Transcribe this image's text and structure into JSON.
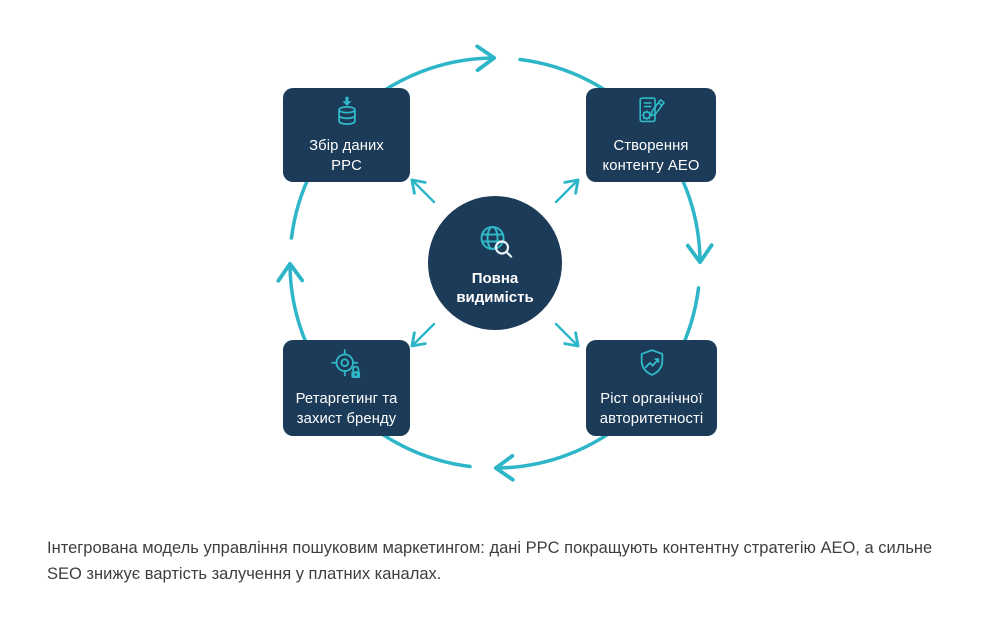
{
  "colors": {
    "node_background": "#1c3b58",
    "accent_teal": "#2db5c8",
    "node_text": "#ffffff",
    "caption_text": "#3e3e3e"
  },
  "center": {
    "line1": "Повна",
    "line2": "видимість",
    "icon": "globe-search-icon"
  },
  "nodes": [
    {
      "position": "top-left",
      "line1": "Збір даних",
      "line2": "PPC",
      "icon": "database-download-icon"
    },
    {
      "position": "top-right",
      "line1": "Створення",
      "line2": "контенту AEO",
      "icon": "content-creation-icon"
    },
    {
      "position": "bottom-right",
      "line1": "Ріст органічної",
      "line2": "авторитетності",
      "icon": "shield-growth-icon"
    },
    {
      "position": "bottom-left",
      "line1": "Ретаргетинг та",
      "line2": "захист бренду",
      "icon": "target-lock-icon"
    }
  ],
  "cycle": {
    "direction": "clockwise",
    "arrow_positions": [
      "top",
      "right",
      "bottom",
      "left"
    ]
  },
  "caption": "Інтегрована модель управління пошуковим маркетингом: дані PPC покращують контентну стратегію AEO, а сильне SEO знижує вартість залучення у платних каналах."
}
